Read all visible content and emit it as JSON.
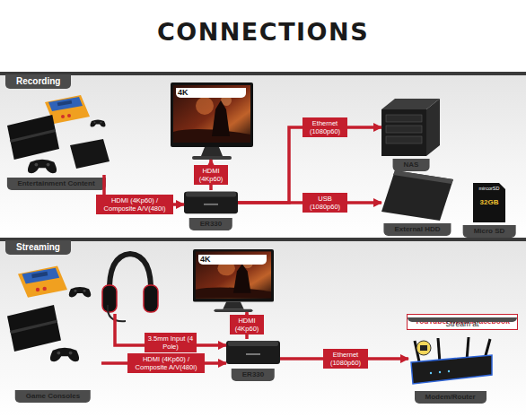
{
  "diagram": {
    "title": "CONNECTIONS",
    "nodes": [
      {
        "text": [
          "Recording"
        ]
      },
      {
        "text": [
          "Entertainment Content"
        ],
        "in": 0
      },
      {
        "text": [
          "4K"
        ],
        "in": 0
      },
      {
        "text": [
          "ER330"
        ],
        "in": 0
      },
      {
        "text": [
          "NAS"
        ],
        "in": 0
      },
      {
        "text": [
          "External HDD"
        ],
        "in": 0
      },
      {
        "text": [
          "Micro SD"
        ],
        "in": 0
      },
      {
        "text": [
          "Streaming"
        ]
      },
      {
        "text": [
          "Game Consoles"
        ],
        "in": 7
      },
      {
        "text": [
          "4K"
        ],
        "in": 7
      },
      {
        "text": [
          "ER330"
        ],
        "in": 7
      },
      {
        "text": [
          "Modem/Router"
        ],
        "in": 7
      },
      {
        "text": [
          "Stream at",
          "YouTube/Twitch/Facebook"
        ],
        "in": 7
      }
    ],
    "edges": [
      {
        "from": 1,
        "to": 3,
        "label": "HDMI (4Kp60) / Composite A/V(480i)",
        "arrow": "to"
      },
      {
        "from": 3,
        "to": 2,
        "label": "HDMI (4Kp60)",
        "arrow": "to"
      },
      {
        "from": 3,
        "to": 4,
        "label": "Ethernet (1080p60)",
        "arrow": "to"
      },
      {
        "from": 3,
        "to": 5,
        "label": "USB (1080p60)",
        "arrow": "to"
      },
      {
        "from": 8,
        "to": 10,
        "label": "HDMI (4Kp60) / Composite A/V(480i)",
        "arrow": "to"
      },
      {
        "from": 10,
        "to": 9,
        "label": "HDMI (4Kp60)",
        "arrow": "to"
      },
      {
        "from": 10,
        "to": 11,
        "label": "Ethernet (1080p60)",
        "arrow": "to"
      }
    ],
    "labels": [
      "mircorSD",
      "32GB",
      "3.5mm Input (4 Pole)"
    ]
  }
}
